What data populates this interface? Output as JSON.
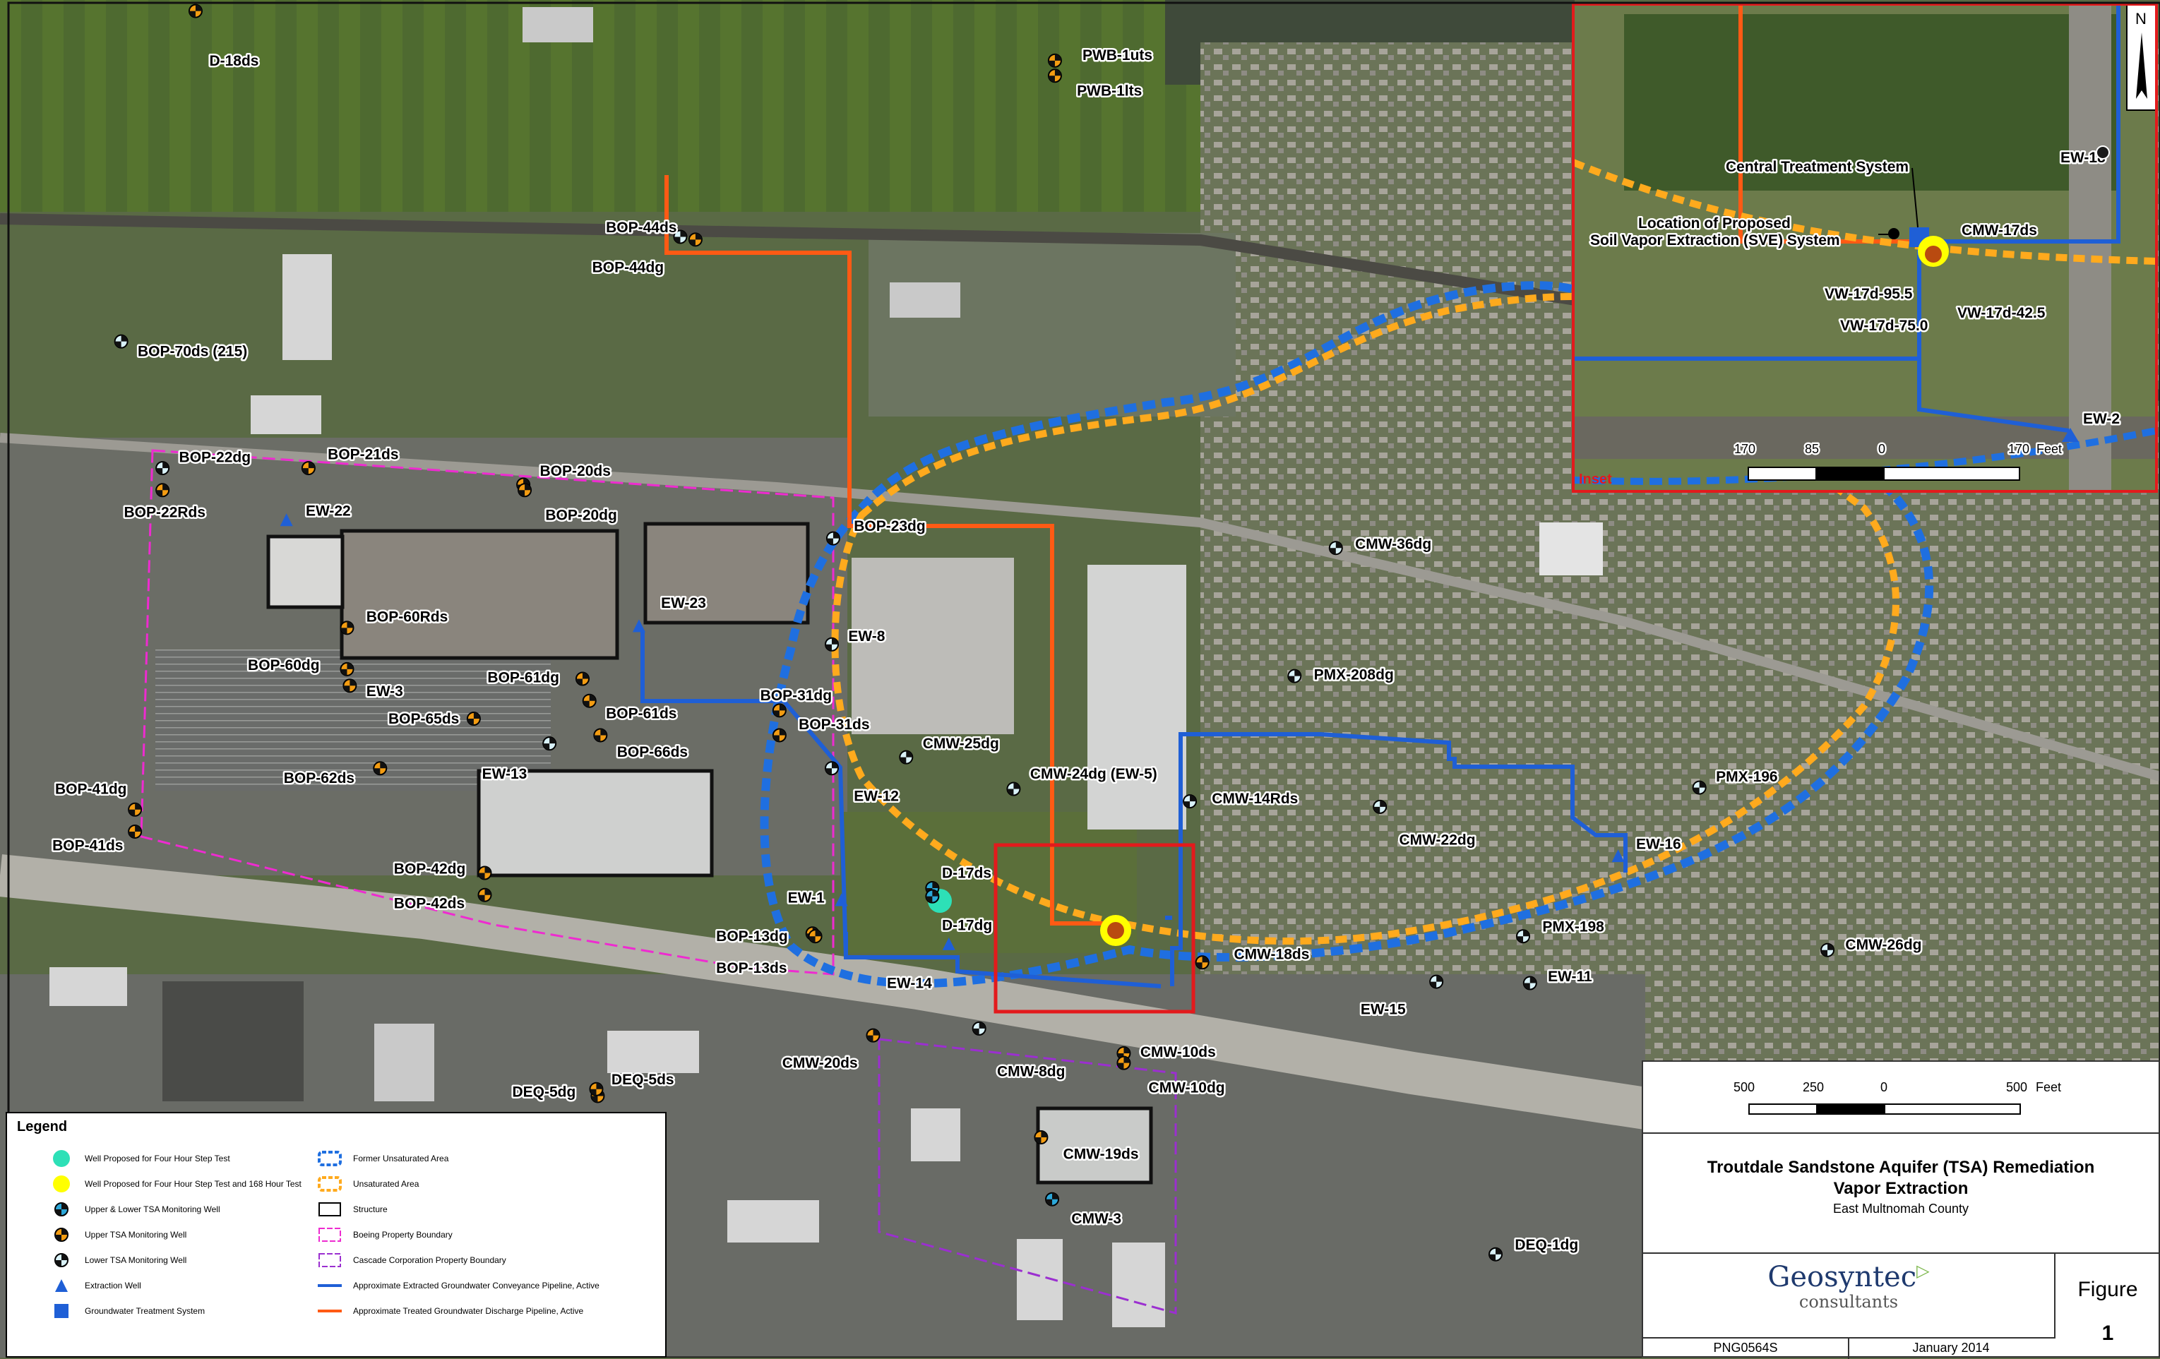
{
  "colors": {
    "extracted_pipeline": "#1f5fd6",
    "treated_pipeline": "#ff5a14",
    "unsaturated_area": "#ffaa1d",
    "former_unsaturated_area": "#1f6fe0",
    "boeing_boundary": "#ee2bd0",
    "cascade_boundary": "#9b2fd0",
    "inset_frame": "#e31a1c",
    "proposed_four_hour": "#2de0b7",
    "proposed_168_hour": "#ffff00"
  },
  "wells": [
    {
      "label": "D-18ds",
      "type": "upper"
    },
    {
      "label": "PWB-1uts",
      "type": "upper"
    },
    {
      "label": "PWB-1lts",
      "type": "upper"
    },
    {
      "label": "BOP-44ds",
      "type": "lower"
    },
    {
      "label": "BOP-44dg",
      "type": "upper"
    },
    {
      "label": "BOP-70ds (215)",
      "type": "lower"
    },
    {
      "label": "BOP-22dg",
      "type": "lower"
    },
    {
      "label": "BOP-22Rds",
      "type": "upper"
    },
    {
      "label": "BOP-21ds",
      "type": "upper"
    },
    {
      "label": "BOP-20ds",
      "type": "upper"
    },
    {
      "label": "BOP-20dg",
      "type": "upper"
    },
    {
      "label": "EW-22",
      "type": "extraction"
    },
    {
      "label": "BOP-23dg",
      "type": "lower"
    },
    {
      "label": "EW-23",
      "type": "extraction"
    },
    {
      "label": "BOP-60Rds",
      "type": "upper"
    },
    {
      "label": "EW-8",
      "type": "lower"
    },
    {
      "label": "BOP-60dg",
      "type": "upper"
    },
    {
      "label": "EW-3",
      "type": "upper"
    },
    {
      "label": "BOP-61dg",
      "type": "upper"
    },
    {
      "label": "BOP-61ds",
      "type": "upper"
    },
    {
      "label": "BOP-31dg",
      "type": "upper"
    },
    {
      "label": "BOP-31ds",
      "type": "upper"
    },
    {
      "label": "BOP-65ds",
      "type": "upper"
    },
    {
      "label": "BOP-66ds",
      "type": "upper"
    },
    {
      "label": "EW-13",
      "type": "lower"
    },
    {
      "label": "CMW-25dg",
      "type": "lower"
    },
    {
      "label": "BOP-62ds",
      "type": "upper"
    },
    {
      "label": "EW-12",
      "type": "lower"
    },
    {
      "label": "CMW-24dg (EW-5)",
      "type": "lower"
    },
    {
      "label": "BOP-41dg",
      "type": "upper"
    },
    {
      "label": "BOP-41ds",
      "type": "upper"
    },
    {
      "label": "CMW-36dg",
      "type": "lower"
    },
    {
      "label": "PMX-208dg",
      "type": "lower"
    },
    {
      "label": "CMW-14Rds",
      "type": "lower"
    },
    {
      "label": "CMW-22dg",
      "type": "lower"
    },
    {
      "label": "PMX-196",
      "type": "lower"
    },
    {
      "label": "EW-16",
      "type": "extraction"
    },
    {
      "label": "BOP-42dg",
      "type": "upper"
    },
    {
      "label": "BOP-42ds",
      "type": "upper"
    },
    {
      "label": "EW-1",
      "type": "extraction"
    },
    {
      "label": "D-17ds",
      "type": "both"
    },
    {
      "label": "D-17dg",
      "type": "both"
    },
    {
      "label": "BOP-13dg",
      "type": "upper"
    },
    {
      "label": "BOP-13ds",
      "type": "upper"
    },
    {
      "label": "EW-14",
      "type": "extraction"
    },
    {
      "label": "CMW-18ds",
      "type": "upper"
    },
    {
      "label": "PMX-198",
      "type": "lower"
    },
    {
      "label": "EW-11",
      "type": "lower"
    },
    {
      "label": "EW-15",
      "type": "lower"
    },
    {
      "label": "CMW-26dg",
      "type": "lower"
    },
    {
      "label": "CMW-20ds",
      "type": "upper"
    },
    {
      "label": "CMW-8dg",
      "type": "lower"
    },
    {
      "label": "CMW-10ds",
      "type": "upper"
    },
    {
      "label": "CMW-10dg",
      "type": "upper"
    },
    {
      "label": "DEQ-5dg",
      "type": "upper"
    },
    {
      "label": "DEQ-5ds",
      "type": "upper"
    },
    {
      "label": "CMW-19ds",
      "type": "upper"
    },
    {
      "label": "CMW-3",
      "type": "both"
    },
    {
      "label": "DEQ-1dg",
      "type": "lower"
    }
  ],
  "inset": {
    "label": "Inset",
    "annotations": {
      "central_treatment": "Central Treatment System",
      "proposed_sve_line1": "Location of Proposed",
      "proposed_sve_line2": "Soil Vapor Extraction (SVE) System",
      "cmw17": "CMW-17ds",
      "vw95": "VW-17d-95.5",
      "vw75": "VW-17d-75.0",
      "vw42": "VW-17d-42.5",
      "ew18": "EW-18",
      "ew2": "EW-2"
    },
    "scale": {
      "ticks": [
        "170",
        "85",
        "0",
        "170"
      ],
      "units": "Feet"
    },
    "north": "N"
  },
  "legend": {
    "title": "Legend",
    "left_items": [
      {
        "label": "Well Proposed for Four Hour Step Test",
        "symbol": "circle-teal"
      },
      {
        "label": "Well Proposed for Four Hour Step Test and 168 Hour Test",
        "symbol": "circle-yellow"
      },
      {
        "label": "Upper & Lower TSA Monitoring Well",
        "symbol": "well-both"
      },
      {
        "label": "Upper TSA Monitoring Well",
        "symbol": "well-upper"
      },
      {
        "label": "Lower TSA Monitoring Well",
        "symbol": "well-lower"
      },
      {
        "label": "Extraction Well",
        "symbol": "triangle"
      },
      {
        "label": "Groundwater Treatment System",
        "symbol": "square"
      }
    ],
    "right_items": [
      {
        "label": "Former Unsaturated Area",
        "symbol": "box-blue-dash"
      },
      {
        "label": "Unsaturated Area",
        "symbol": "box-orange-dash"
      },
      {
        "label": "Structure",
        "symbol": "box-black"
      },
      {
        "label": "Boeing Property Boundary",
        "symbol": "box-magenta"
      },
      {
        "label": "Cascade Corporation Property Boundary",
        "symbol": "box-purple"
      },
      {
        "label": "Approximate Extracted Groundwater Conveyance Pipeline, Active",
        "symbol": "line-blue"
      },
      {
        "label": "Approximate Treated Groundwater Discharge Pipeline, Active",
        "symbol": "line-orange"
      }
    ]
  },
  "titleblock": {
    "scale_ticks": [
      "500",
      "250",
      "0",
      "500"
    ],
    "scale_units": "Feet",
    "title_line1": "Troutdale Sandstone Aquifer (TSA) Remediation",
    "title_line2": "Vapor Extraction",
    "subtitle": "East Multnomah County",
    "logo_line1": "Geosyntec",
    "logo_line2": "consultants",
    "figure_label": "Figure",
    "figure_number": "1",
    "project_number": "PNG0564S",
    "date": "January 2014"
  }
}
